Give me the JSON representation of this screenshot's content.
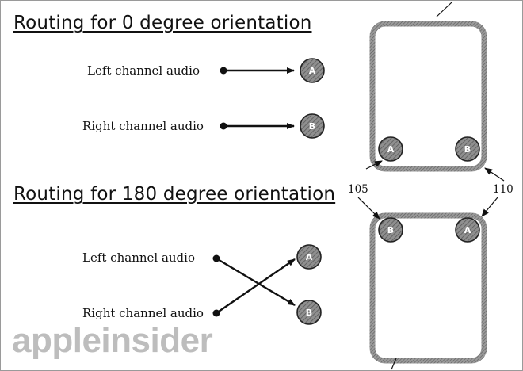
{
  "headings": {
    "routing_0": "Routing for 0 degree orientation",
    "routing_180": "Routing for 180 degree orientation"
  },
  "labels": {
    "left_0": "Left channel audio",
    "right_0": "Right channel audio",
    "left_180": "Left channel audio",
    "right_180": "Right channel audio"
  },
  "speakers": {
    "a": "A",
    "b": "B"
  },
  "references": {
    "r105": "105",
    "r110": "110"
  },
  "watermark": {
    "text": "appleinsider"
  },
  "colors": {
    "ink": "#111111",
    "speaker_fill": "#8f8f8f",
    "device_outline": "#7a7a7a",
    "watermark": "#bdbdbd"
  }
}
